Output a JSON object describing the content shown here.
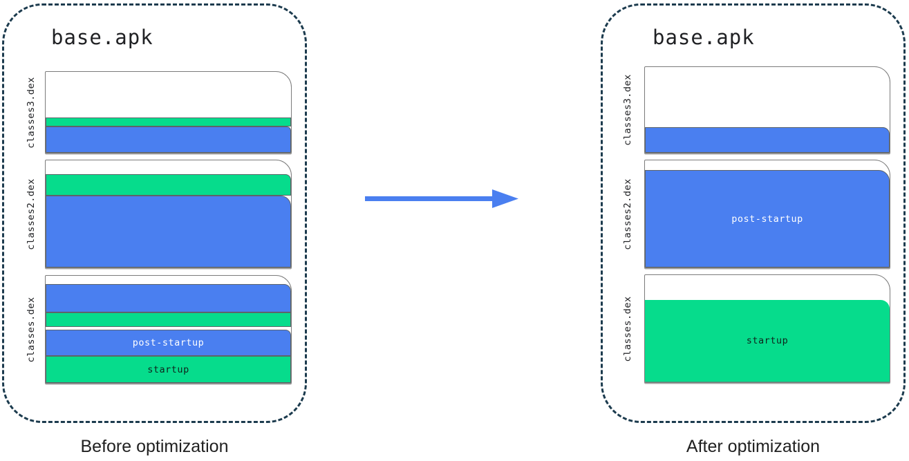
{
  "colors": {
    "startup_green": "#06DC8C",
    "post_startup_blue": "#4A7FF0",
    "container_border": "#1C3B4E",
    "arrow": "#4A7FF0"
  },
  "labels": {
    "post_startup": "post-startup",
    "startup": "startup"
  },
  "before": {
    "title": "base.apk",
    "caption": "Before optimization",
    "files": [
      {
        "label": "classes3.dex",
        "segments": [
          {
            "kind": "free",
            "h": 68
          },
          {
            "kind": "startup",
            "color": "green",
            "h": 13
          },
          {
            "kind": "post_startup",
            "color": "blue",
            "h": 38
          }
        ]
      },
      {
        "label": "classes2.dex",
        "segments": [
          {
            "kind": "free",
            "h": 21
          },
          {
            "kind": "startup",
            "color": "green",
            "h": 31
          },
          {
            "kind": "post_startup",
            "color": "blue",
            "h": 104
          }
        ]
      },
      {
        "label": "classes.dex",
        "segments": [
          {
            "kind": "free",
            "h": 13
          },
          {
            "kind": "post_startup",
            "color": "blue",
            "h": 41
          },
          {
            "kind": "startup",
            "color": "green",
            "h": 21
          },
          {
            "kind": "free",
            "h": 4
          },
          {
            "kind": "post_startup",
            "color": "blue",
            "h": 38,
            "text": "post-startup"
          },
          {
            "kind": "startup",
            "color": "green",
            "h": 39,
            "text": "startup"
          }
        ]
      }
    ]
  },
  "after": {
    "title": "base.apk",
    "caption": "After optimization",
    "files": [
      {
        "label": "classes3.dex",
        "segments": [
          {
            "kind": "free",
            "h": 88
          },
          {
            "kind": "post_startup",
            "color": "blue",
            "h": 37
          }
        ]
      },
      {
        "label": "classes2.dex",
        "segments": [
          {
            "kind": "free",
            "h": 16
          },
          {
            "kind": "post_startup",
            "color": "blue",
            "h": 141,
            "text": "post-startup"
          }
        ]
      },
      {
        "label": "classes.dex",
        "segments": [
          {
            "kind": "free",
            "h": 38
          },
          {
            "kind": "startup",
            "color": "green",
            "h": 119,
            "text": "startup"
          }
        ]
      }
    ]
  }
}
